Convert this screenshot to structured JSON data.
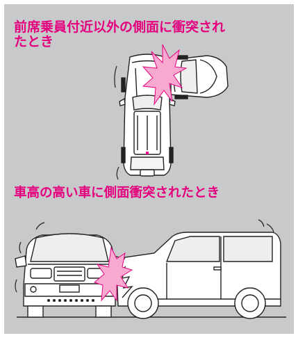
{
  "captions": {
    "top_line1": "前席乗員付近以外の側面に衝突され",
    "top_line2": "たとき",
    "bottom": "車高の高い車に側面衝突されたとき"
  },
  "colors": {
    "panel_bg": "#c8c9cb",
    "caption": "#e5007e",
    "impact_flash": "#f7a9cf",
    "car_body": "#ffffff",
    "outline": "#222222"
  }
}
